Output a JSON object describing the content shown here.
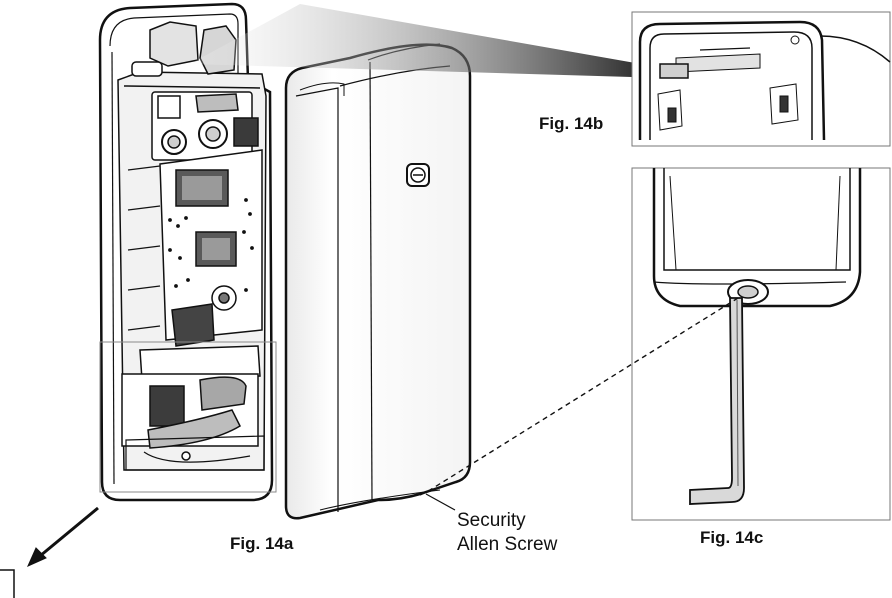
{
  "labels": {
    "fig_14a": "Fig. 14a",
    "fig_14b": "Fig. 14b",
    "fig_14c": "Fig. 14c",
    "callout_line1": "Security",
    "callout_line2": "Allen Screw"
  },
  "colors": {
    "line": "#111111",
    "shade": "#9a9a9a",
    "light": "#dcdcdc",
    "background": "#ffffff"
  }
}
